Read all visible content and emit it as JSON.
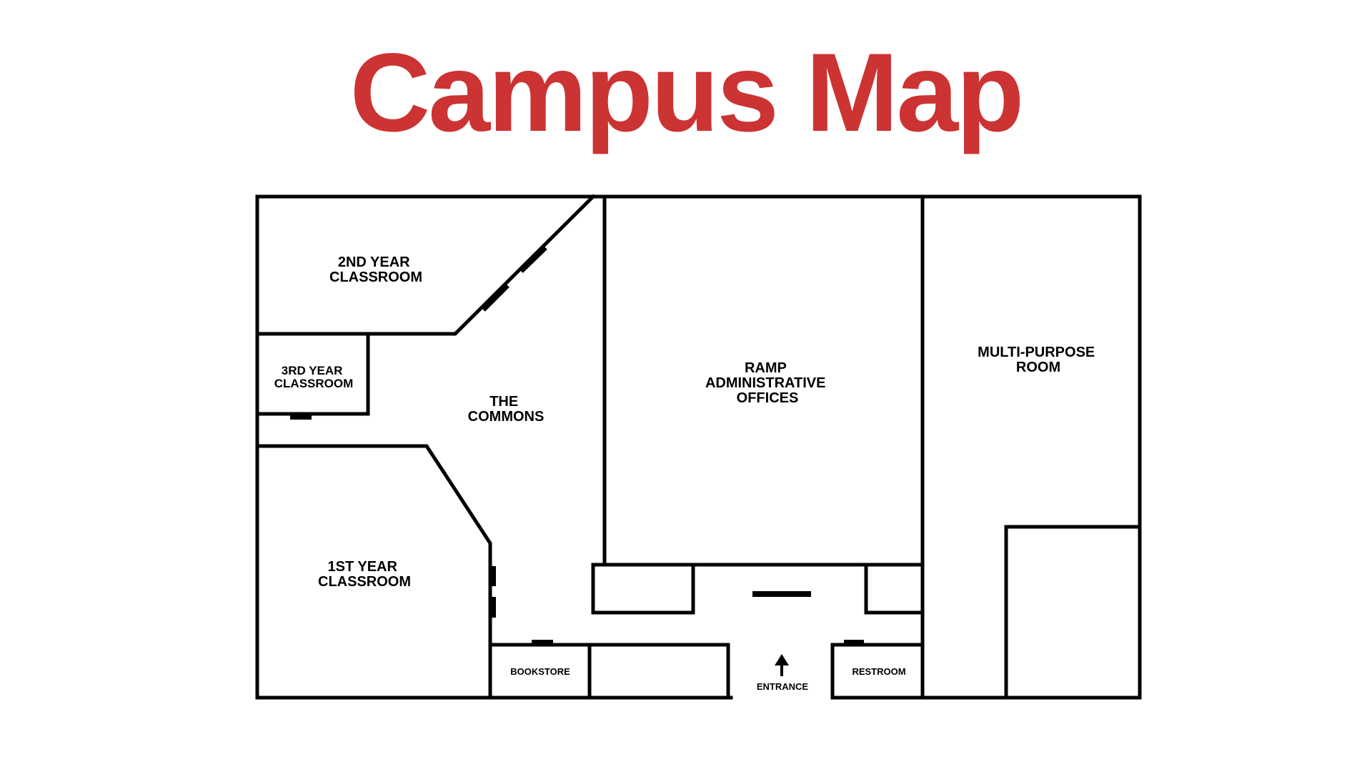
{
  "title": "Campus Map",
  "colors": {
    "title": "#cc3333",
    "walls": "#000000",
    "background": "#ffffff"
  },
  "rooms": {
    "second_year": {
      "line1": "2ND YEAR",
      "line2": "CLASSROOM"
    },
    "third_year": {
      "line1": "3RD YEAR",
      "line2": "CLASSROOM"
    },
    "first_year": {
      "line1": "1ST YEAR",
      "line2": "CLASSROOM"
    },
    "commons": {
      "line1": "THE",
      "line2": "COMMONS"
    },
    "admin": {
      "line1": "RAMP",
      "line2": "ADMINISTRATIVE",
      "line3": "OFFICES"
    },
    "multipurpose": {
      "line1": "MULTI-PURPOSE",
      "line2": "ROOM"
    },
    "bookstore": {
      "label": "BOOKSTORE"
    },
    "restroom": {
      "label": "RESTROOM"
    }
  },
  "entrance": {
    "label": "ENTRANCE",
    "icon": "up-arrow-icon"
  }
}
